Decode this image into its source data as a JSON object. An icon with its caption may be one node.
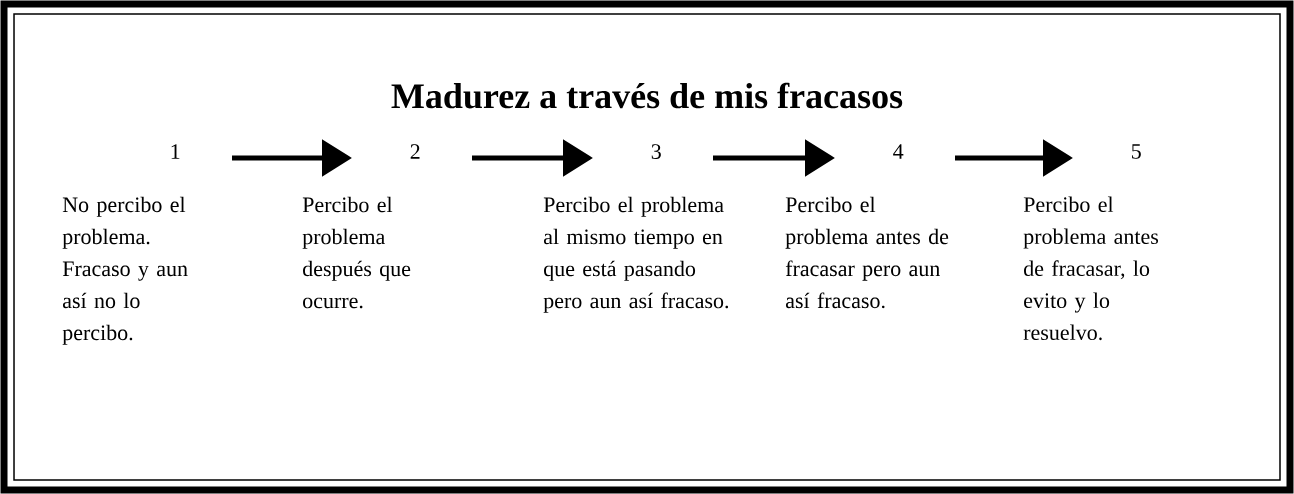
{
  "diagram": {
    "title": "Madurez a través de mis fracasos",
    "nodes": [
      {
        "text": [
          "1",
          "No percibo el problema. Fracaso y aun así no lo percibo."
        ]
      },
      {
        "text": [
          "2",
          "Percibo el problema después que ocurre."
        ]
      },
      {
        "text": [
          "3",
          "Percibo el problema al mismo tiempo en que está pasando pero aun así fracaso."
        ]
      },
      {
        "text": [
          "4",
          "Percibo el problema antes de fracasar pero aun así fracaso."
        ]
      },
      {
        "text": [
          "5",
          "Percibo el problema antes de fracasar, lo evito y lo resuelvo."
        ]
      }
    ],
    "edges": [
      {
        "from": 0,
        "to": 1,
        "arrow": "to"
      },
      {
        "from": 1,
        "to": 2,
        "arrow": "to"
      },
      {
        "from": 2,
        "to": 3,
        "arrow": "to"
      },
      {
        "from": 3,
        "to": 4,
        "arrow": "to"
      }
    ]
  }
}
